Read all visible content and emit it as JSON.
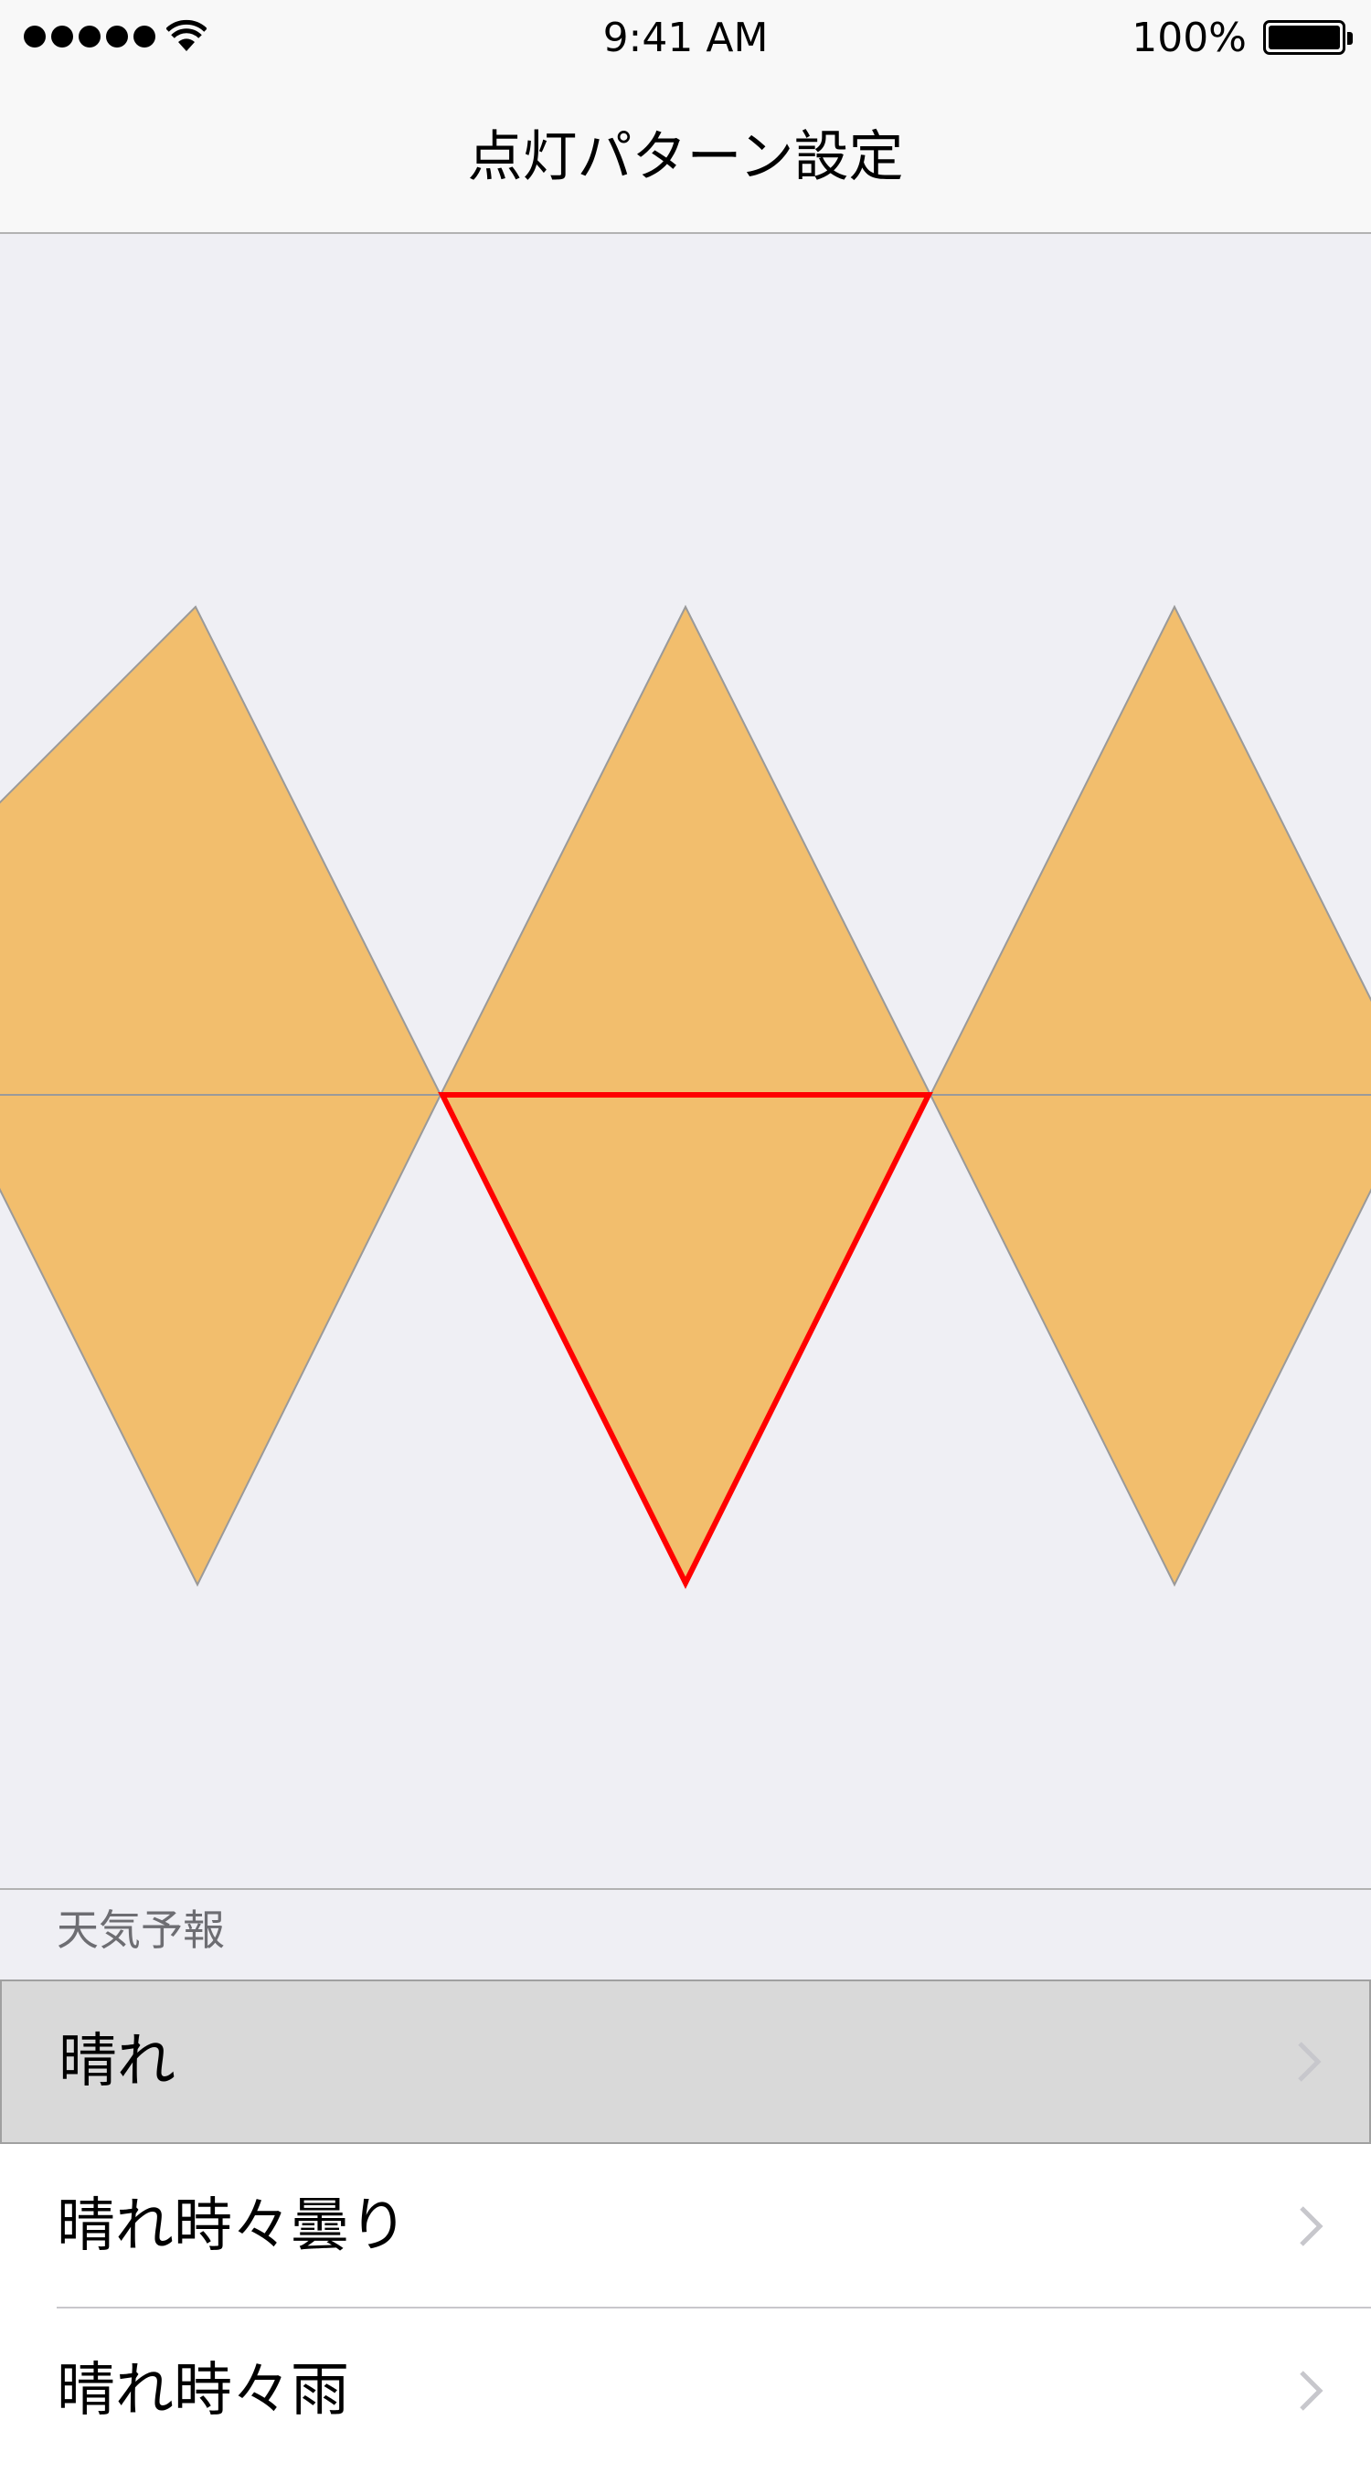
{
  "status_bar": {
    "time": "9:41 AM",
    "battery": "100%",
    "signal_icon": "signal-dots-icon",
    "wifi_icon": "wifi-icon",
    "battery_icon": "battery-icon"
  },
  "nav": {
    "title": "点灯パターン設定"
  },
  "pattern": {
    "fill_color": "#f2be6d",
    "edge_color": "#9a9a9a",
    "selected_color": "#ff0000",
    "selected_triangle": "center-bottom"
  },
  "section": {
    "title": "天気予報"
  },
  "list": {
    "chevron_icon": "chevron-right-icon",
    "items": [
      {
        "label": "晴れ",
        "selected": true
      },
      {
        "label": "晴れ時々曇り",
        "selected": false
      },
      {
        "label": "晴れ時々雨",
        "selected": false
      }
    ]
  }
}
